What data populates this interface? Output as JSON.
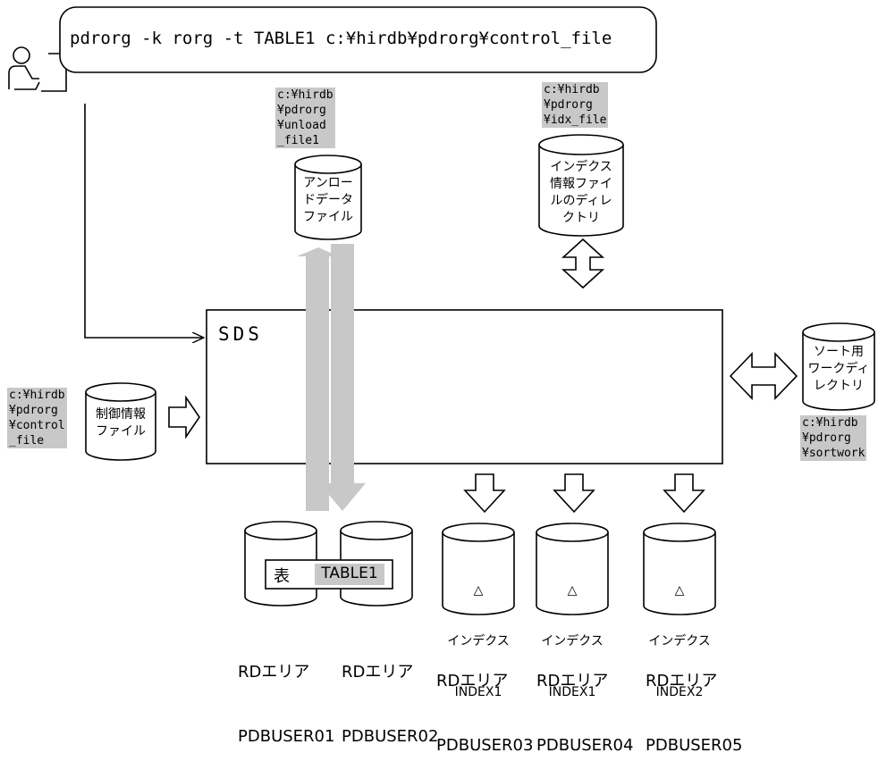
{
  "command": {
    "text": "pdrorg -k rorg -t TABLE1 c:¥hirdb¥pdrorg¥control_file"
  },
  "sds": {
    "label": "SDS"
  },
  "unload_file": {
    "path": "c:¥hirdb\n¥pdrorg\n¥unload\n_file1",
    "name": "アンロー\nドデータ\nファイル"
  },
  "index_info": {
    "path": "c:¥hirdb\n¥pdrorg\n¥idx_file",
    "name": "インデクス\n情報ファイ\nルのディレ\nクトリ"
  },
  "control_file": {
    "path": "c:¥hirdb\n¥pdrorg\n¥control\n_file",
    "name": "制御情報\nファイル"
  },
  "sort_work": {
    "path": "c:¥hirdb\n¥pdrorg\n¥sortwork",
    "name": "ソート用\nワークディ\nレクトリ"
  },
  "table": {
    "prefix": "表",
    "name": "TABLE1"
  },
  "indexes": [
    {
      "marker": "△",
      "label": "インデクス",
      "name": "INDEX1"
    },
    {
      "marker": "△",
      "label": "インデクス",
      "name": "INDEX1"
    },
    {
      "marker": "△",
      "label": "インデクス",
      "name": "INDEX2"
    }
  ],
  "rdareas": [
    {
      "label": "RDエリア",
      "name": "PDBUSER01"
    },
    {
      "label": "RDエリア",
      "name": "PDBUSER02"
    },
    {
      "label": "RDエリア",
      "name": "PDBUSER03"
    },
    {
      "label": "RDエリア",
      "name": "PDBUSER04"
    },
    {
      "label": "RDエリア",
      "name": "PDBUSER05"
    }
  ],
  "colors": {
    "line": "#000000",
    "gray_arrow": "#c8c8c8",
    "path_bg": "#c8c8c8"
  },
  "icons": [
    "user-at-terminal-icon",
    "cylinder-icon",
    "double-arrow-icon",
    "block-arrow-icon"
  ]
}
